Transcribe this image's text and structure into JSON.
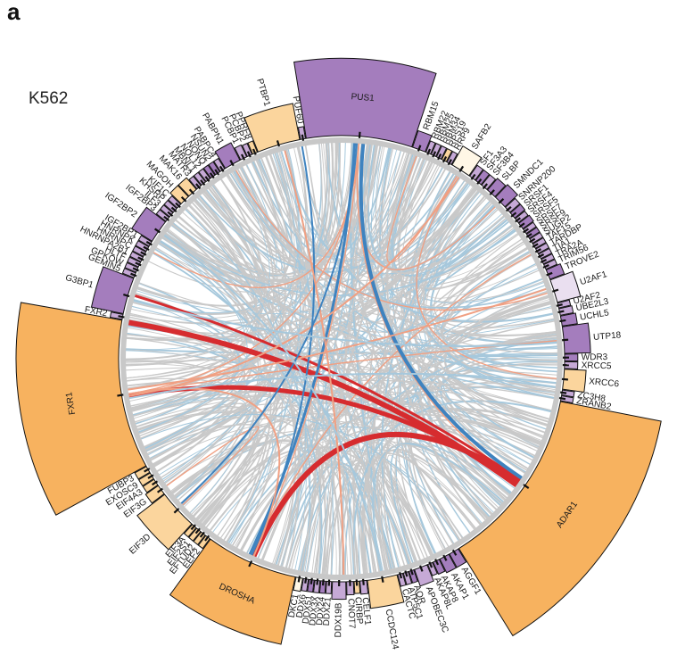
{
  "figure": {
    "panel_letter": "a",
    "cell_line": "K562"
  },
  "colors": {
    "orange_strong": "#f7b25f",
    "orange_light": "#fbd59d",
    "cream": "#fff7e6",
    "purple_strong": "#a47dbd",
    "purple_light": "#c6a9d6",
    "lavender": "#eadff0",
    "link_grey": "#c9c9c9",
    "link_lightblue": "#a6c8dc",
    "link_blue": "#3f83bf",
    "link_salmon": "#f0a083",
    "link_red": "#d62c2f"
  },
  "chart_data": {
    "type": "chord",
    "title": "K562",
    "segments": [
      {
        "name": "PUS1",
        "size": 32,
        "color": "purple_strong"
      },
      {
        "name": "RBM15",
        "size": 4,
        "color": "purple_strong"
      },
      {
        "name": "RBM22",
        "size": 1.5,
        "color": "purple_light"
      },
      {
        "name": "RBM25",
        "size": 1.5,
        "color": "purple_light"
      },
      {
        "name": "RBM34",
        "size": 1.5,
        "color": "purple_light"
      },
      {
        "name": "RPS19",
        "size": 1.5,
        "color": "orange_light"
      },
      {
        "name": "RRP9",
        "size": 1.5,
        "color": "purple_light"
      },
      {
        "name": "SAFB2",
        "size": 6,
        "color": "cream"
      },
      {
        "name": "SF1",
        "size": 2,
        "color": "purple_light"
      },
      {
        "name": "SF3A3",
        "size": 2,
        "color": "purple_strong"
      },
      {
        "name": "SF3B4",
        "size": 2,
        "color": "purple_light"
      },
      {
        "name": "SLBP",
        "size": 3,
        "color": "purple_strong"
      },
      {
        "name": "SMNDC1",
        "size": 4,
        "color": "purple_strong"
      },
      {
        "name": "SNRNP200",
        "size": 2,
        "color": "purple_light"
      },
      {
        "name": "SRSF1",
        "size": 2,
        "color": "purple_strong"
      },
      {
        "name": "SRSF4",
        "size": 1.5,
        "color": "purple_light"
      },
      {
        "name": "SRSF5",
        "size": 2,
        "color": "purple_strong"
      },
      {
        "name": "SRSF7",
        "size": 1.5,
        "color": "purple_light"
      },
      {
        "name": "SRSF9",
        "size": 1.5,
        "color": "purple_strong"
      },
      {
        "name": "SUGP2",
        "size": 1.5,
        "color": "purple_light"
      },
      {
        "name": "TAF15",
        "size": 1.5,
        "color": "purple_light"
      },
      {
        "name": "TARDBP",
        "size": 1.5,
        "color": "purple_light"
      },
      {
        "name": "TIA1",
        "size": 1.5,
        "color": "purple_light"
      },
      {
        "name": "TRA2A",
        "size": 1.5,
        "color": "purple_light"
      },
      {
        "name": "TRIM56",
        "size": 1.5,
        "color": "purple_light"
      },
      {
        "name": "TROVE2",
        "size": 3,
        "color": "purple_strong"
      },
      {
        "name": "U2AF1",
        "size": 7,
        "color": "lavender"
      },
      {
        "name": "U2AF2",
        "size": 1.5,
        "color": "purple_light"
      },
      {
        "name": "UBE2L3",
        "size": 2,
        "color": "purple_light"
      },
      {
        "name": "UCHL5",
        "size": 3,
        "color": "purple_strong"
      },
      {
        "name": "UTP18",
        "size": 8,
        "color": "purple_strong"
      },
      {
        "name": "WDR3",
        "size": 2,
        "color": "purple_strong"
      },
      {
        "name": "XRCC5",
        "size": 2,
        "color": "purple_light"
      },
      {
        "name": "XRCC6",
        "size": 6,
        "color": "orange_light"
      },
      {
        "name": "ZC3H8",
        "size": 1.5,
        "color": "purple_light"
      },
      {
        "name": "ZRANB2",
        "size": 1.5,
        "color": "purple_light"
      },
      {
        "name": "ADAR1",
        "size": 55,
        "color": "orange_strong"
      },
      {
        "name": "AGGF1",
        "size": 3,
        "color": "purple_strong"
      },
      {
        "name": "AKAP1",
        "size": 3,
        "color": "purple_strong"
      },
      {
        "name": "AKAP8",
        "size": 2,
        "color": "purple_strong"
      },
      {
        "name": "AKAP8L",
        "size": 1.5,
        "color": "purple_light"
      },
      {
        "name": "APOBEC3C",
        "size": 4,
        "color": "purple_light"
      },
      {
        "name": "AQR",
        "size": 1.5,
        "color": "purple_strong"
      },
      {
        "name": "ATP5C1",
        "size": 1.5,
        "color": "purple_light"
      },
      {
        "name": "CACTC",
        "size": 1.5,
        "color": "purple_light"
      },
      {
        "name": "CCDC124",
        "size": 9,
        "color": "orange_light"
      },
      {
        "name": "CELF1",
        "size": 2,
        "color": "purple_light"
      },
      {
        "name": "CIRBP",
        "size": 1.5,
        "color": "orange_light"
      },
      {
        "name": "CNOT7",
        "size": 2,
        "color": "purple_light"
      },
      {
        "name": "DDX19B",
        "size": 4,
        "color": "purple_light"
      },
      {
        "name": "DDX21",
        "size": 1.5,
        "color": "purple_light"
      },
      {
        "name": "DDX24",
        "size": 1.5,
        "color": "purple_strong"
      },
      {
        "name": "DDX3X",
        "size": 1.5,
        "color": "purple_light"
      },
      {
        "name": "DDX51",
        "size": 1.5,
        "color": "purple_strong"
      },
      {
        "name": "DDX6",
        "size": 1.5,
        "color": "purple_light"
      },
      {
        "name": "DKC1",
        "size": 2,
        "color": "cream"
      },
      {
        "name": "DROSHA",
        "size": 28,
        "color": "orange_strong"
      },
      {
        "name": "EEF2",
        "size": 1.5,
        "color": "orange_light"
      },
      {
        "name": "EFTUD2",
        "size": 1.5,
        "color": "orange_light"
      },
      {
        "name": "EIF2S1",
        "size": 1.5,
        "color": "orange_light"
      },
      {
        "name": "EIF3A",
        "size": 1.5,
        "color": "orange_light"
      },
      {
        "name": "EIF3D",
        "size": 12,
        "color": "orange_light"
      },
      {
        "name": "EIF3G",
        "size": 3,
        "color": "orange_light"
      },
      {
        "name": "EIF4A3",
        "size": 2,
        "color": "orange_light"
      },
      {
        "name": "EXOSC9",
        "size": 2,
        "color": "orange_light"
      },
      {
        "name": "FUBP3",
        "size": 2,
        "color": "orange_light"
      },
      {
        "name": "FXR1",
        "size": 45,
        "color": "orange_strong"
      },
      {
        "name": "FXR2",
        "size": 1.5,
        "color": "purple_light"
      },
      {
        "name": "G3BP1",
        "size": 11,
        "color": "purple_strong"
      },
      {
        "name": "GEMIN5",
        "size": 1.5,
        "color": "purple_light"
      },
      {
        "name": "GPKOW",
        "size": 1.5,
        "color": "purple_light"
      },
      {
        "name": "HLTF",
        "size": 1.5,
        "color": "purple_light"
      },
      {
        "name": "HNRNPA2B1",
        "size": 1.5,
        "color": "purple_light"
      },
      {
        "name": "HNRNPC",
        "size": 1.5,
        "color": "purple_light"
      },
      {
        "name": "HNRNPK",
        "size": 1.5,
        "color": "purple_light"
      },
      {
        "name": "IGF2BP1",
        "size": 1.5,
        "color": "purple_light"
      },
      {
        "name": "IGF2BP2",
        "size": 7,
        "color": "purple_strong"
      },
      {
        "name": "IGF2BP3",
        "size": 1.5,
        "color": "purple_light"
      },
      {
        "name": "ILF3",
        "size": 1.5,
        "color": "purple_light"
      },
      {
        "name": "KHSRP",
        "size": 1.5,
        "color": "purple_light"
      },
      {
        "name": "KIF1C",
        "size": 1.5,
        "color": "purple_light"
      },
      {
        "name": "MAGOH",
        "size": 3,
        "color": "orange_light"
      },
      {
        "name": "MAK16",
        "size": 3,
        "color": "orange_light"
      },
      {
        "name": "MATR3",
        "size": 1.5,
        "color": "purple_light"
      },
      {
        "name": "MBNL1",
        "size": 1.5,
        "color": "purple_light"
      },
      {
        "name": "NOL12",
        "size": 1.5,
        "color": "purple_light"
      },
      {
        "name": "NONO",
        "size": 1.5,
        "color": "purple_strong"
      },
      {
        "name": "NSUN2",
        "size": 1.5,
        "color": "purple_strong"
      },
      {
        "name": "PABPC4",
        "size": 1.5,
        "color": "purple_light"
      },
      {
        "name": "PABPN1",
        "size": 5,
        "color": "purple_strong"
      },
      {
        "name": "PCBP1",
        "size": 2,
        "color": "purple_light"
      },
      {
        "name": "PCBP2",
        "size": 1.5,
        "color": "purple_light"
      },
      {
        "name": "PPRF8",
        "size": 1.5,
        "color": "orange_light"
      },
      {
        "name": "PTBP1",
        "size": 13,
        "color": "orange_light"
      },
      {
        "name": "PUF60",
        "size": 1.5,
        "color": "purple_light"
      }
    ],
    "link_colors": [
      "link_grey",
      "link_lightblue",
      "link_blue",
      "link_salmon",
      "link_red"
    ],
    "highlighted_links": [
      {
        "from": "FXR2",
        "to": "ADAR1",
        "color": "link_red",
        "width": 6
      },
      {
        "from": "FXR1",
        "to": "ADAR1",
        "color": "link_red",
        "width": 5
      },
      {
        "from": "DROSHA",
        "to": "ADAR1",
        "color": "link_red",
        "width": 6
      },
      {
        "from": "G3BP1",
        "to": "ADAR1",
        "color": "link_red",
        "width": 3
      },
      {
        "from": "PUS1",
        "to": "ADAR1",
        "color": "link_blue",
        "width": 4
      },
      {
        "from": "PUS1",
        "to": "DROSHA",
        "color": "link_blue",
        "width": 3
      },
      {
        "from": "PUF60",
        "to": "DROSHA",
        "color": "link_blue",
        "width": 2
      },
      {
        "from": "FXR1",
        "to": "DROSHA",
        "color": "link_salmon",
        "width": 2
      },
      {
        "from": "SAFB2",
        "to": "FXR1",
        "color": "link_salmon",
        "width": 2
      },
      {
        "from": "PTBP1",
        "to": "DDX19B",
        "color": "link_salmon",
        "width": 2
      },
      {
        "from": "U2AF1",
        "to": "FXR1",
        "color": "link_salmon",
        "width": 2
      },
      {
        "from": "PUS1",
        "to": "EIF3D",
        "color": "link_blue",
        "width": 2
      },
      {
        "from": "IGF2BP2",
        "to": "CCDC124",
        "color": "link_lightblue",
        "width": 2
      },
      {
        "from": "UTP18",
        "to": "G3BP1",
        "color": "link_lightblue",
        "width": 2
      },
      {
        "from": "XRCC6",
        "to": "FXR1",
        "color": "link_lightblue",
        "width": 2
      }
    ]
  }
}
